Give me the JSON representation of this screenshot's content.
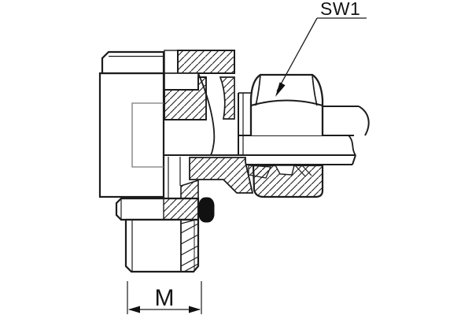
{
  "drawing": {
    "title": "swivel-elbow-fitting-section",
    "labels": {
      "wrench_size": "SW1",
      "thread_dimension": "M"
    },
    "colors": {
      "line": "#1c1c1c",
      "background": "#ffffff",
      "seal_fill": "#111111",
      "inner_line": "#7a7a7a"
    }
  }
}
